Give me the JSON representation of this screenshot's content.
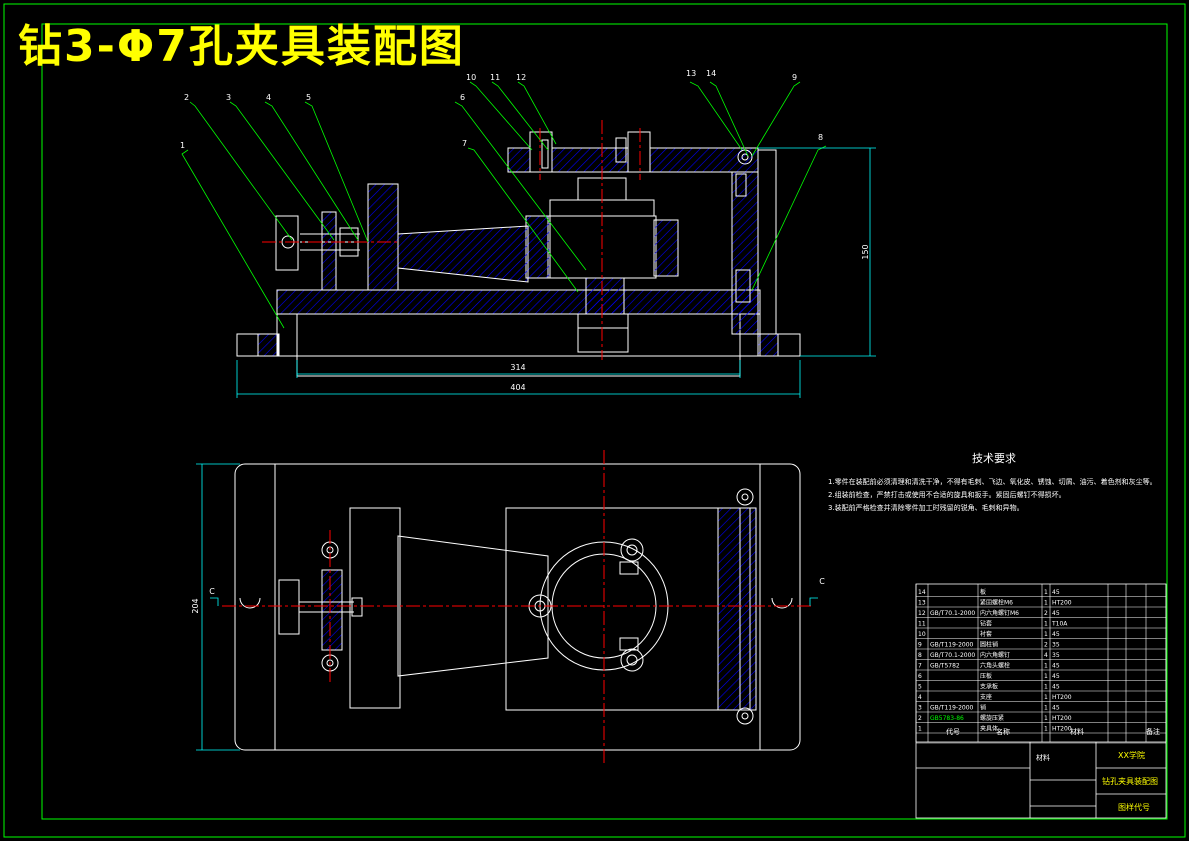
{
  "title": "钻3-Φ7孔夹具装配图",
  "colors": {
    "background": "#000000",
    "frame": "#00ff00",
    "outline": "#ffffff",
    "center_line": "#ff0000",
    "dimension": "#00ffff",
    "leader": "#00ff00",
    "hatch": "#0000ff",
    "title_text": "#ffff00"
  },
  "front_view": {
    "callouts": [
      "1",
      "2",
      "3",
      "4",
      "5",
      "6",
      "7",
      "10",
      "11",
      "12",
      "13",
      "14",
      "9",
      "8"
    ],
    "dimensions": {
      "width_inner": "314",
      "width_total": "404",
      "height": "150"
    }
  },
  "top_view": {
    "dimensions": {
      "depth": "204"
    },
    "section_marks": [
      "C",
      "C"
    ]
  },
  "tech_requirements": {
    "heading": "技术要求",
    "items": [
      "1.零件在装配前必须清理和清洗干净，不得有毛刺、飞边、氧化皮、锈蚀、切屑、油污、着色剂和灰尘等。",
      "2.组装前检查，严禁打击或使用不合适的旋具和扳手。紧固后螺钉不得损坏。",
      "3.装配前严格检查并清除零件加工时残留的锐角、毛刺和异物。"
    ]
  },
  "title_block": {
    "school": "XX学院",
    "drawing_name": "钻孔夹具装配图",
    "drawing_code": "图样代号",
    "header_code": "代号",
    "header_name": "名称",
    "header_material": "材料",
    "header_remark": "备注",
    "material_label": "材料",
    "rows": [
      {
        "no": "14",
        "code": "",
        "name": "板",
        "qty": "1",
        "mat": "45"
      },
      {
        "no": "13",
        "code": "",
        "name": "紧固螺栓M6",
        "qty": "1",
        "mat": "HT200"
      },
      {
        "no": "12",
        "code": "GB/T70.1-2000",
        "name": "内六角螺钉M6",
        "qty": "2",
        "mat": "45"
      },
      {
        "no": "11",
        "code": "",
        "name": "钻套",
        "qty": "1",
        "mat": "T10A"
      },
      {
        "no": "10",
        "code": "",
        "name": "衬套",
        "qty": "1",
        "mat": "45"
      },
      {
        "no": "9",
        "code": "GB/T119-2000",
        "name": "圆柱销",
        "qty": "2",
        "mat": "35"
      },
      {
        "no": "8",
        "code": "GB/T70.1-2000",
        "name": "内六角螺钉",
        "qty": "4",
        "mat": "35"
      },
      {
        "no": "7",
        "code": "GB/T5782",
        "name": "六角头螺栓",
        "qty": "1",
        "mat": "45"
      },
      {
        "no": "6",
        "code": "",
        "name": "压板",
        "qty": "1",
        "mat": "45"
      },
      {
        "no": "5",
        "code": "",
        "name": "支承板",
        "qty": "1",
        "mat": "45"
      },
      {
        "no": "4",
        "code": "",
        "name": "支座",
        "qty": "1",
        "mat": "HT200"
      },
      {
        "no": "3",
        "code": "GB/T119-2000",
        "name": "销",
        "qty": "1",
        "mat": "45"
      },
      {
        "no": "2",
        "code": "GB5783-86",
        "name": "螺旋压紧",
        "qty": "1",
        "mat": "HT200"
      },
      {
        "no": "1",
        "code": "",
        "name": "夹具体",
        "qty": "1",
        "mat": "HT200"
      }
    ]
  }
}
